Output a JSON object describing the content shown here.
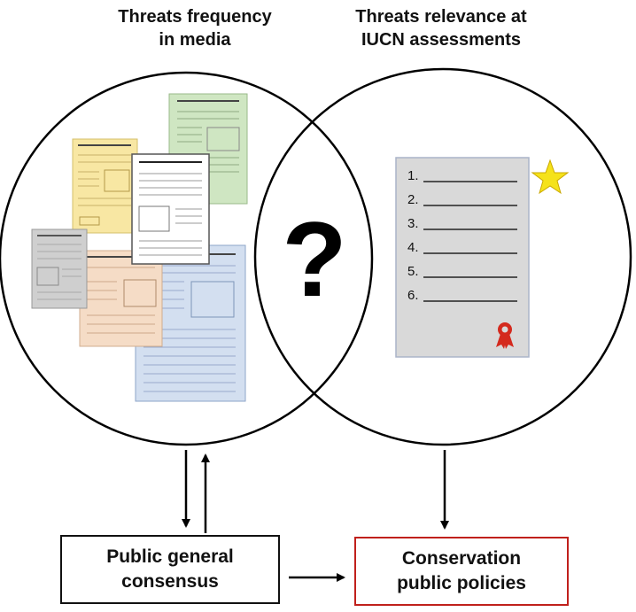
{
  "titles": {
    "left": [
      "Threats frequency",
      "in media"
    ],
    "right": [
      "Threats relevance at",
      "IUCN assessments"
    ]
  },
  "center_symbol": "?",
  "ranking_items": [
    "1.",
    "2.",
    "3.",
    "4.",
    "5.",
    "6."
  ],
  "boxes": {
    "left": [
      "Public general",
      "consensus"
    ],
    "right": [
      "Conservation",
      "public policies"
    ]
  },
  "colors": {
    "right_box_border": "#c0201c",
    "star": "#f5e21a",
    "ribbon": "#d42a1e",
    "newspaper_yellow": "#f8e7a3",
    "newspaper_green": "#cfe6c2",
    "newspaper_gray": "#cfcfcf",
    "newspaper_peach": "#f5dcc6",
    "newspaper_blue": "#d3dff0",
    "ranking_sheet": "#d9d9d9"
  },
  "icons": [
    "newspaper-icon",
    "ranking-list-icon",
    "star-icon",
    "award-ribbon-icon",
    "question-mark-icon"
  ]
}
